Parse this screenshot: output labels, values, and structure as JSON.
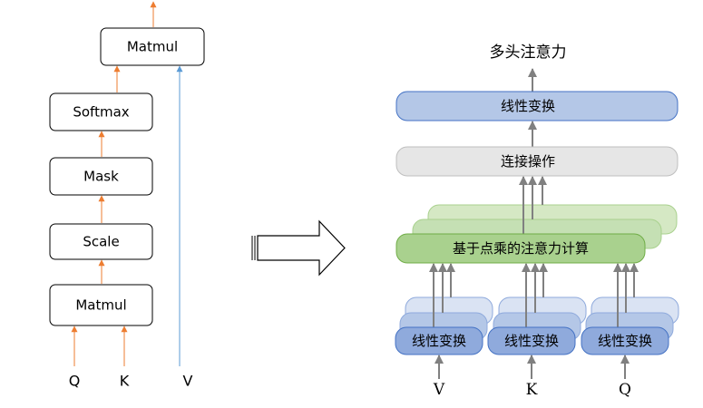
{
  "colors": {
    "orange": "#ED7D31",
    "blue": "#5B9BD5",
    "gray_arrow": "#808080",
    "blue_fill": "#B4C7E7",
    "blue_stroke": "#4472C4",
    "blue_dark_fill": "#8FAADC",
    "gray_fill": "#E6E6E6",
    "gray_stroke": "#BFBFBF",
    "green_fill": "#A9D18E",
    "green_light_fill": "#D5E8C4",
    "green_stroke": "#70AD47"
  },
  "left": {
    "matmul_top": "Matmul",
    "softmax": "Softmax",
    "mask": "Mask",
    "scale": "Scale",
    "matmul_bottom": "Matmul",
    "q": "Q",
    "k": "K",
    "v": "V"
  },
  "right": {
    "title": "多头注意力",
    "linear_top": "线性变换",
    "concat": "连接操作",
    "attention": "基于点乘的注意力计算",
    "linear_v": "线性变换",
    "linear_k": "线性变换",
    "linear_q": "线性变换",
    "v": "V",
    "k": "K",
    "q": "Q"
  }
}
